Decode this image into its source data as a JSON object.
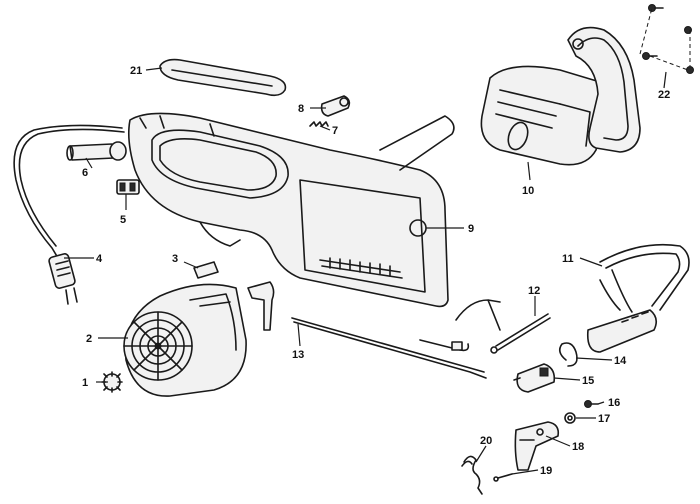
{
  "diagram": {
    "type": "exploded-parts-view",
    "callouts": [
      {
        "id": "1",
        "label": "1"
      },
      {
        "id": "2",
        "label": "2"
      },
      {
        "id": "3",
        "label": "3"
      },
      {
        "id": "4",
        "label": "4"
      },
      {
        "id": "5",
        "label": "5"
      },
      {
        "id": "6",
        "label": "6"
      },
      {
        "id": "7",
        "label": "7"
      },
      {
        "id": "8",
        "label": "8"
      },
      {
        "id": "9",
        "label": "9"
      },
      {
        "id": "10",
        "label": "10"
      },
      {
        "id": "11",
        "label": "11"
      },
      {
        "id": "12",
        "label": "12"
      },
      {
        "id": "13",
        "label": "13"
      },
      {
        "id": "14",
        "label": "14"
      },
      {
        "id": "15",
        "label": "15"
      },
      {
        "id": "16",
        "label": "16"
      },
      {
        "id": "17",
        "label": "17"
      },
      {
        "id": "18",
        "label": "18"
      },
      {
        "id": "19",
        "label": "19"
      },
      {
        "id": "20",
        "label": "20"
      },
      {
        "id": "21",
        "label": "21"
      },
      {
        "id": "22",
        "label": "22"
      }
    ],
    "icons": [
      "screw-icon"
    ]
  }
}
